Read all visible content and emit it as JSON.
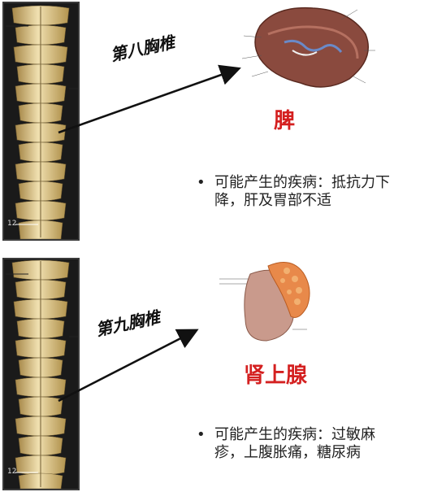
{
  "panels": [
    {
      "vertebra_label": "第八胸椎",
      "organ_name": "脾",
      "bullet_text": "可能产生的疾病：抵抗力下降，肝及胃部不适",
      "spine_tick": "12"
    },
    {
      "vertebra_label": "第九胸椎",
      "organ_name": "肾上腺",
      "bullet_text": "可能产生的疾病：过敏麻疹，上腹胀痛，糖尿病",
      "spine_tick": "12"
    }
  ],
  "colors": {
    "organ_name": "#d42020",
    "bone": "#e6d29a",
    "bone_shadow": "#b89a55",
    "spleen": "#8a4a3e",
    "adrenal": "#e8894a",
    "kidney": "#c99a8c"
  },
  "icons": {
    "bullet": "bullet-dot-icon",
    "arrow": "arrow-right-icon"
  }
}
